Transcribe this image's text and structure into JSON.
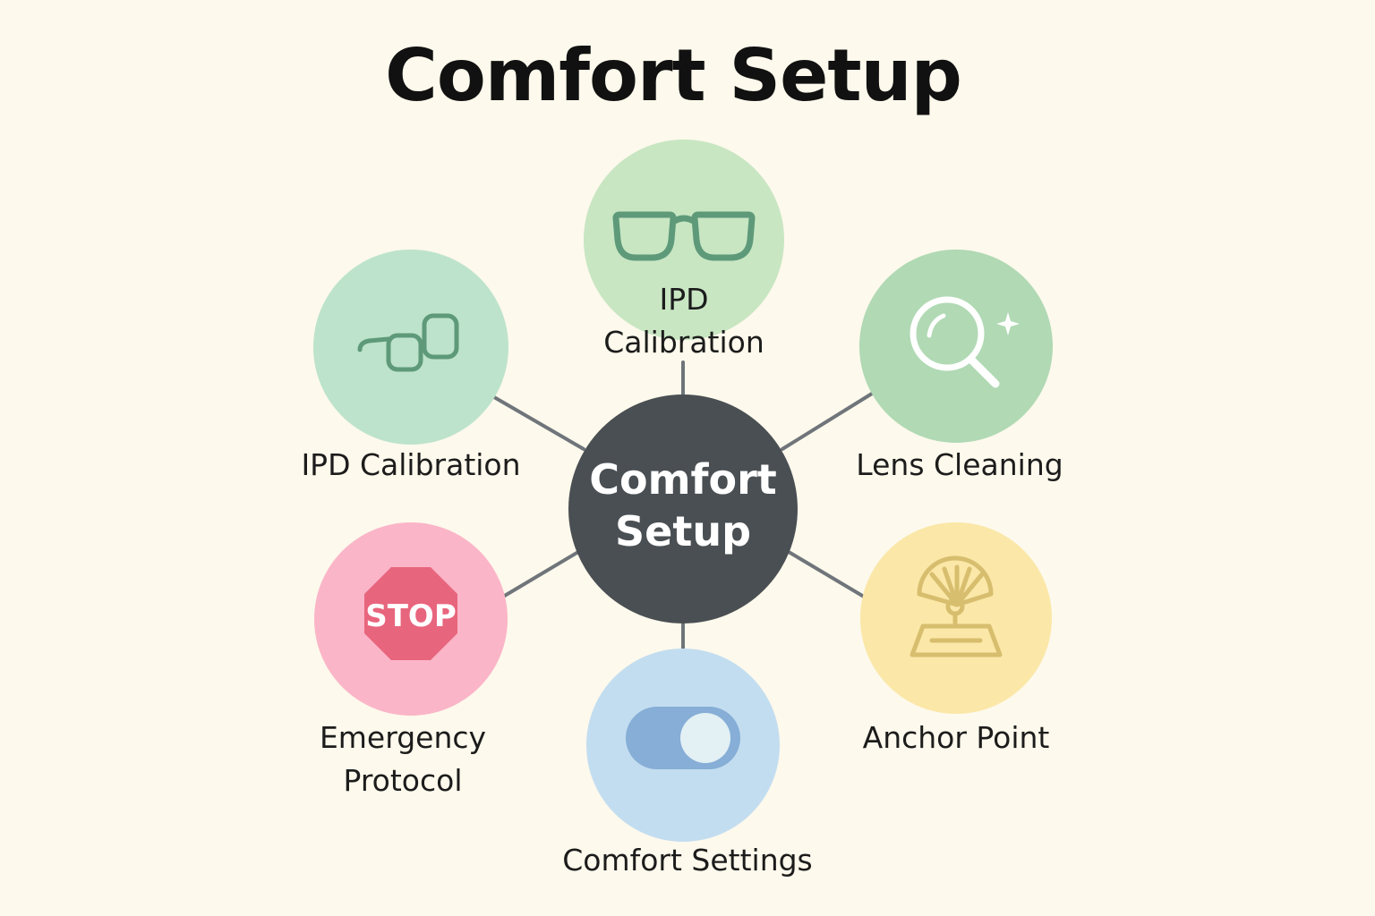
{
  "title": "Comfort Setup",
  "center": {
    "line1": "Comfort",
    "line2": "Setup"
  },
  "nodes": {
    "top": {
      "icon": "glasses-icon",
      "label_line1": "IPD",
      "label_line2": "Calibration",
      "color": "#c8e6c2"
    },
    "upper_left": {
      "icon": "tilted-glasses-icon",
      "label": "IPD Calibration",
      "color": "#bde3cc"
    },
    "upper_right": {
      "icon": "magnifier-sparkle-icon",
      "label": "Lens Cleaning",
      "color": "#b0d9b4"
    },
    "lower_left": {
      "icon": "stop-sign-icon",
      "icon_text": "STOP",
      "label_line1": "Emergency",
      "label_line2": "Protocol",
      "color": "#fbb5c8"
    },
    "bottom": {
      "icon": "toggle-switch-icon",
      "label": "Comfort Settings",
      "color": "#c3ddf0"
    },
    "lower_right": {
      "icon": "anchor-point-icon",
      "label": "Anchor Point",
      "color": "#fbe7a7"
    }
  },
  "colors": {
    "background": "#fdf9ec",
    "center": "#4a4f53",
    "connector": "#6f757a",
    "icon_green": "#5e9a7a",
    "stop_red": "#e8657e",
    "toggle_blue": "#86aed6",
    "anchor_gold": "#d7be6e"
  }
}
